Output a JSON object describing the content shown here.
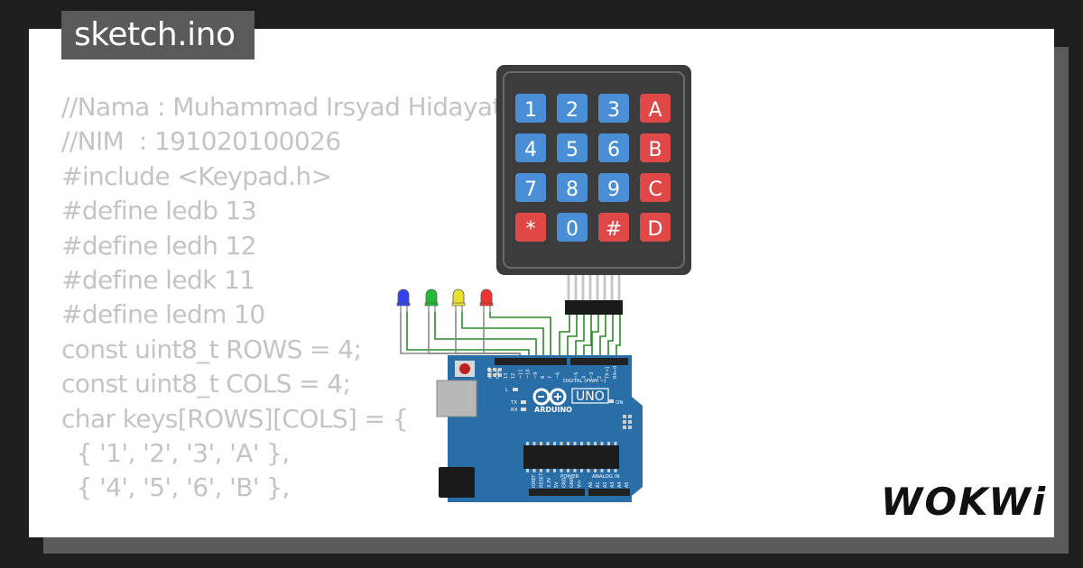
{
  "tab": {
    "filename": "sketch.ino"
  },
  "code_lines": [
    "//Nama : Muhammad Irsyad Hidayat",
    "//NIM  : 191020100026",
    "#include <Keypad.h>",
    "#define ledb 13",
    "#define ledh 12",
    "#define ledk 11",
    "#define ledm 10",
    "const uint8_t ROWS = 4;",
    "const uint8_t COLS = 4;",
    "char keys[ROWS][COLS] = {",
    "  { '1', '2', '3', 'A' },",
    "  { '4', '5', '6', 'B' },"
  ],
  "keypad": {
    "rows": [
      [
        {
          "label": "1",
          "color": "#4a8fd6"
        },
        {
          "label": "2",
          "color": "#4a8fd6"
        },
        {
          "label": "3",
          "color": "#4a8fd6"
        },
        {
          "label": "A",
          "color": "#e04848"
        }
      ],
      [
        {
          "label": "4",
          "color": "#4a8fd6"
        },
        {
          "label": "5",
          "color": "#4a8fd6"
        },
        {
          "label": "6",
          "color": "#4a8fd6"
        },
        {
          "label": "B",
          "color": "#e04848"
        }
      ],
      [
        {
          "label": "7",
          "color": "#4a8fd6"
        },
        {
          "label": "8",
          "color": "#4a8fd6"
        },
        {
          "label": "9",
          "color": "#4a8fd6"
        },
        {
          "label": "C",
          "color": "#e04848"
        }
      ],
      [
        {
          "label": "*",
          "color": "#e04848"
        },
        {
          "label": "0",
          "color": "#4a8fd6"
        },
        {
          "label": "#",
          "color": "#e04848"
        },
        {
          "label": "D",
          "color": "#e04848"
        }
      ]
    ]
  },
  "leds": [
    {
      "name": "blue",
      "color": "#3344ee"
    },
    {
      "name": "green",
      "color": "#22bb33"
    },
    {
      "name": "yellow",
      "color": "#e8e030"
    },
    {
      "name": "red",
      "color": "#ee3333"
    }
  ],
  "arduino": {
    "brand": "ARDUINO",
    "model": "UNO",
    "digital_label": "DIGITAL (PWM ~)",
    "power_label": "POWER",
    "analog_label": "ANALOG IN",
    "on_label": "ON",
    "l_label": "L",
    "tx_label": "TX",
    "rx_label": "RX",
    "aref_label": "AREF",
    "gnd_label": "GND",
    "power_pins": [
      "IOREF",
      "RESET",
      "3.3V",
      "5V",
      "GND",
      "GND",
      "Vin"
    ],
    "analog_pins": [
      "A0",
      "A1",
      "A2",
      "A3",
      "A4",
      "A5"
    ],
    "digital_pins": [
      "13",
      "12",
      "~11",
      "~10",
      "~9",
      "8",
      "7",
      "~6",
      "~5",
      "4",
      "~3",
      "2",
      "TX→1",
      "RX←0"
    ],
    "board_color": "#2a6ea8"
  },
  "wire_color": "#2a8a2a",
  "logo": {
    "text": "WOKWi"
  }
}
